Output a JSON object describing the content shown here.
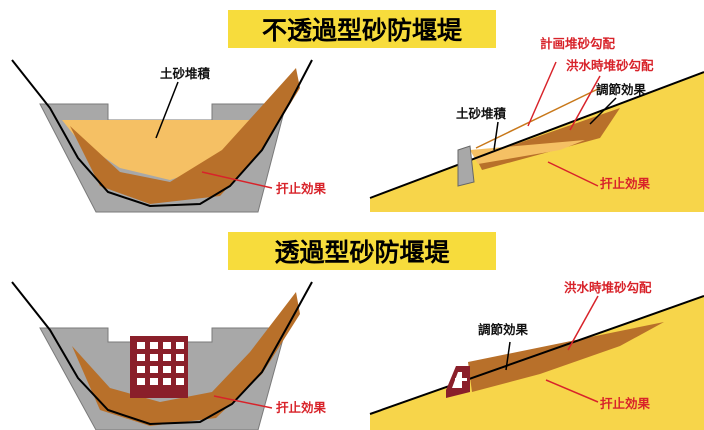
{
  "titles": {
    "impermeable": "不透過型砂防堰堤",
    "permeable": "透過型砂防堰堤"
  },
  "labels": {
    "sediment": "土砂堆積",
    "suppression": "扞止効果",
    "planned_gradient": "計画堆砂勾配",
    "flood_gradient": "洪水時堆砂勾配",
    "regulation": "調節効果"
  },
  "colors": {
    "title_band": "#f7dc3c",
    "sediment_light": "#f5c064",
    "sediment_brown": "#b8702a",
    "slope_yellow": "#f7d54a",
    "dam_gray": "#a8a8a8",
    "steel_frame": "#8a1f2a",
    "label_red": "#d8232a"
  }
}
